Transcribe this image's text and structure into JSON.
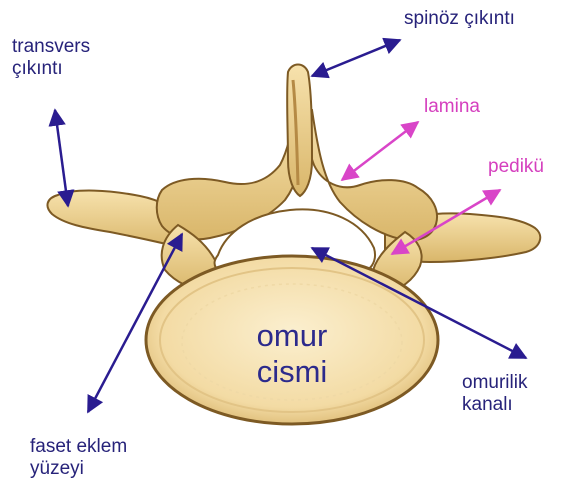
{
  "labels": {
    "transverse_process": [
      "transvers",
      "çıkıntı"
    ],
    "spinous_process": "spinöz çıkıntı",
    "lamina": "lamina",
    "pedicle": "pedikü",
    "vertebral_body": [
      "omur",
      "cismi"
    ],
    "spinal_canal": [
      "omurilik",
      "kanalı"
    ],
    "facet_surface": [
      "faset eklem",
      "yüzeyi"
    ]
  },
  "colors": {
    "label_dark": "#27237a",
    "label_magenta": "#d53fbe",
    "arrow_navy": "#2a1c90",
    "arrow_magenta": "#d945c8",
    "bone_fill": "#f0d49a",
    "bone_shadow": "#b58a45",
    "bone_outline": "#7d5a24",
    "body_fill": "#f6e3b4",
    "body_text": "#2c2a8c"
  },
  "icons": {
    "arrow_head": "filled-triangle"
  }
}
